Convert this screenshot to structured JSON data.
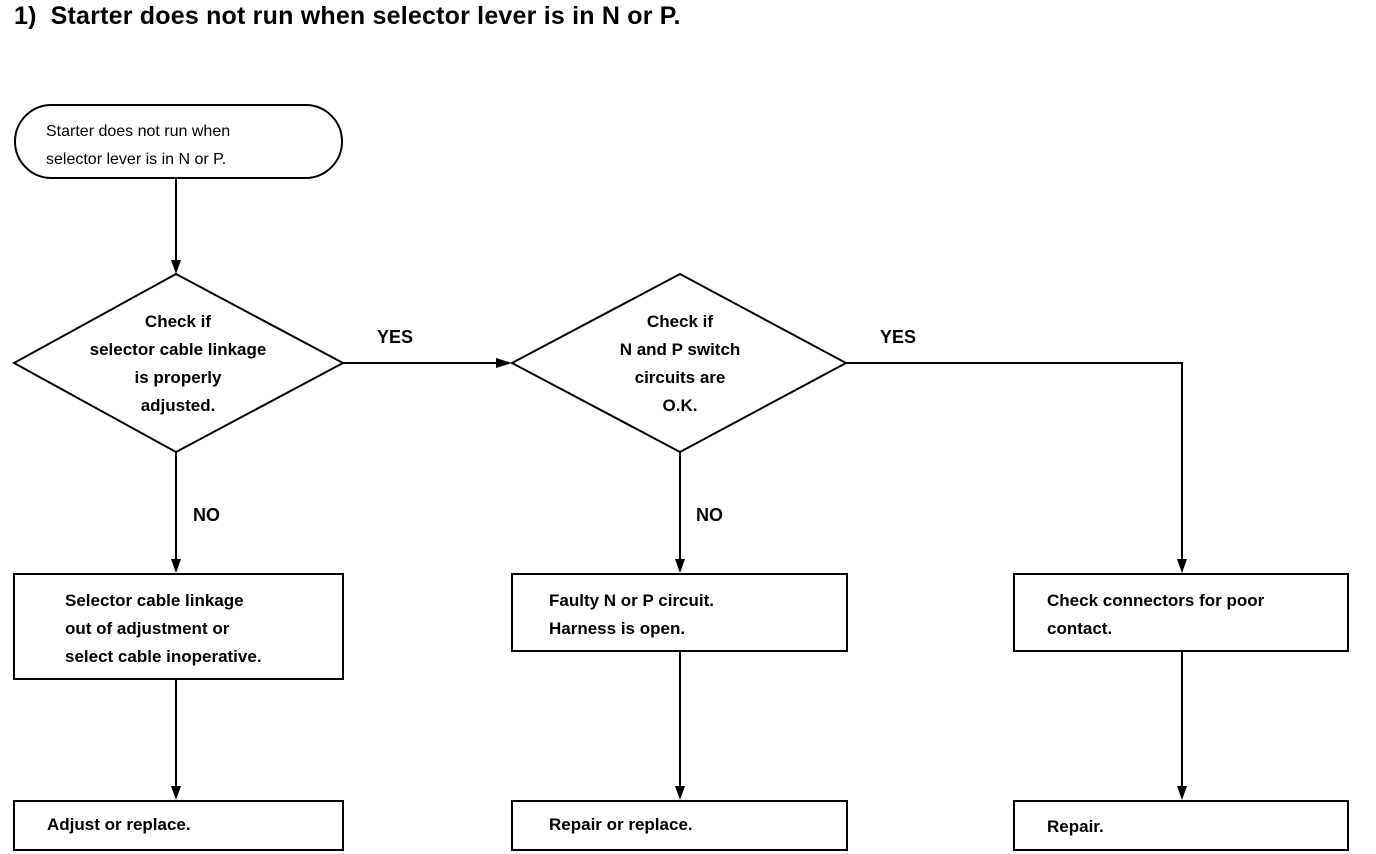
{
  "title": {
    "number": "1)",
    "text": "Starter does not run when selector lever is in N or P."
  },
  "start": {
    "lines": [
      "Starter does not run when",
      "selector lever is in N or P."
    ]
  },
  "decisions": [
    {
      "lines": [
        "Check if",
        "selector cable linkage",
        "is properly",
        "adjusted."
      ]
    },
    {
      "lines": [
        "Check if",
        "N and P switch",
        "circuits are",
        "O.K."
      ]
    }
  ],
  "labels": {
    "yes_1": "YES",
    "yes_2": "YES",
    "no_1": "NO",
    "no_2": "NO"
  },
  "boxes": {
    "cable": [
      "Selector cable linkage",
      "out of adjustment or",
      "select cable inoperative."
    ],
    "circuit": [
      "Faulty N or P circuit.",
      "Harness is open."
    ],
    "connectors": [
      "Check connectors for poor",
      "contact."
    ],
    "adjust": [
      "Adjust or replace."
    ],
    "repair_replace": [
      "Repair or replace."
    ],
    "repair": [
      "Repair."
    ]
  }
}
